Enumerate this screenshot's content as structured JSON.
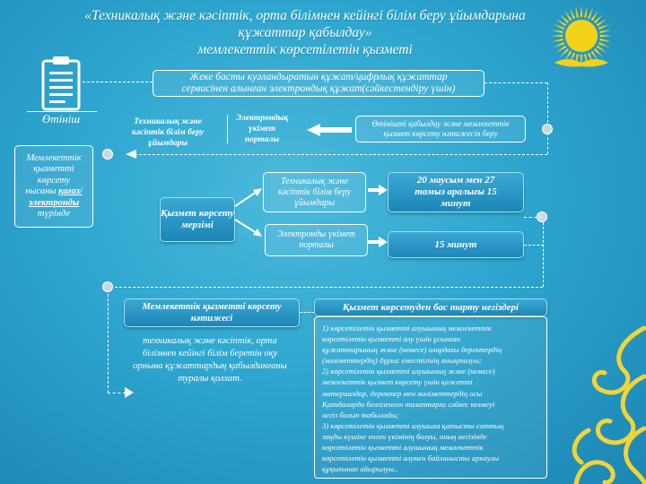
{
  "title": {
    "line1": "«Техникалық және кәсіптік, орта білімнен кейінгі білім беру ұйымдарына",
    "line2": "құжаттар қабылдау»",
    "line3": "мемлекеттік көрсетілетін қызметі"
  },
  "applicant": {
    "label": "Өтініш"
  },
  "documents_box": {
    "line1": "Жеке басты куәландыратын құжат/цифрлық құжаттар",
    "line2": "сервисінен алынған электрондық құжат(сәйкестендіру үшін)"
  },
  "channels": {
    "tve_orgs": "Техникалық және кәсіптік білім беру ұйымдары",
    "egov_portal": "Электрондық үкімет порталы"
  },
  "acceptance_box": "Өтінішті қабылдау және мемлекеттік қызмет көрсету нәтижесін беру",
  "service_form": {
    "line1": "Мемлекеттік",
    "line2": "қызметті",
    "line3": "көрсету",
    "line4": "нысаны",
    "link1": "қағаз/",
    "link2": "электронды",
    "line5": "түрінде"
  },
  "service_period": "Қызмет көрсету мерзімі",
  "period_tve": "Техникалық және кәсіптік білім беру ұйымдары",
  "period_egov": "Электронды үкімет порталы",
  "period_tve_value": "20 маусым мен 27 тамыз аралығы 15 минут",
  "period_egov_value": "15 минут",
  "result": {
    "header": "Мемлекеттік қызметті көрсету нәтижесі",
    "text": "техникалық және кәсіптік, орта білімнен кейінгі білім беретін оқу орнына құжаттардың қабылданғаны туралы қолхат."
  },
  "refusal": {
    "header": "Қызмет көрсетуден бас тарту негіздері",
    "items": [
      "1) көрсетілетін қызметті алушының мемлекеттік",
      "көрсетілетін қызметті алу үшін ұсынған",
      "құжаттарының және (немесе) олардағы деректердің",
      "(мәліметтердің) дұрыс еместігінің анықталуы;",
      "2) көрсетілетін қызметті алушының және (немесе)",
      "мемлекеттік қызмет көрсету үшін қажетті",
      "материалдар, деректер мен мәліметтердің осы",
      "Қағидаларда белгіленген талаптарға сәйкес келмеуі",
      "негіз болып табылады;",
      "3) көрсетілетін қызметті алушыға қатысты соттың",
      "заңды күшіне енген үкімінің болуы, оның негізінде",
      "көрсетілетін қызметті алушының мемлекеттік",
      "көрсетілетін қызметті алумен байланысты арнаулы",
      "құқығынан айырылуы.."
    ]
  },
  "colors": {
    "background": "#2ea6cf",
    "sun": "#f4d21a",
    "ornament": "#f2d33a"
  }
}
